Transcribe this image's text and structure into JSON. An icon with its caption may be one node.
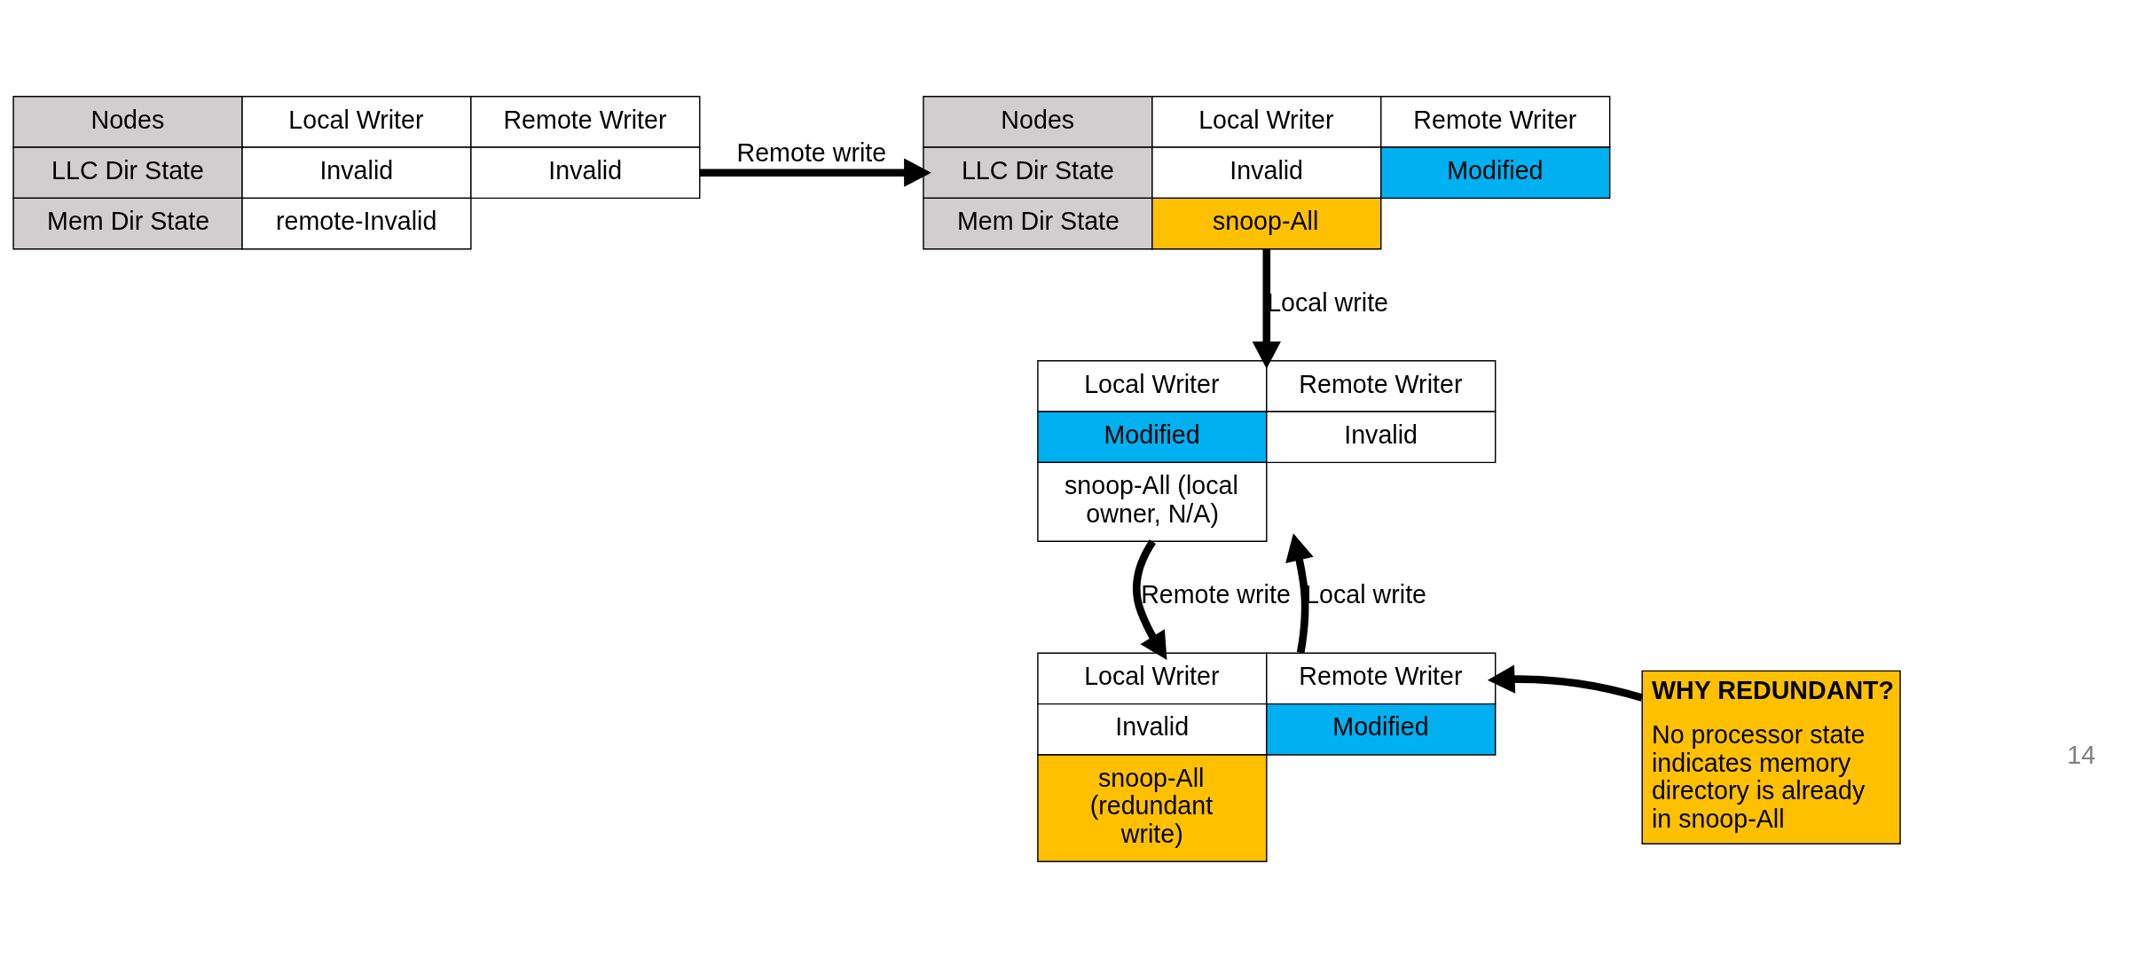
{
  "diagram": {
    "nodes": [
      {
        "text": [
          "Nodes",
          "Local Writer",
          "Remote Writer",
          "LLC Dir State",
          "Invalid",
          "Invalid",
          "Mem Dir State",
          "remote-Invalid"
        ]
      },
      {
        "text": [
          "Nodes",
          "Local Writer",
          "Remote Writer",
          "LLC Dir State",
          "Invalid",
          "Modified",
          "Mem Dir State",
          "snoop-All"
        ]
      },
      {
        "text": [
          "Local Writer",
          "Remote Writer",
          "Modified",
          "Invalid",
          "snoop-All (local owner, N/A)"
        ]
      },
      {
        "text": [
          "Local Writer",
          "Remote Writer",
          "Invalid",
          "Modified",
          "snoop-All (redundant write)"
        ]
      },
      {
        "text": [
          "WHY REDUNDANT?",
          "No processor state indicates memory directory is already in snoop-All"
        ]
      }
    ],
    "edges": [
      {
        "from": 0,
        "to": 1,
        "arrow": "to",
        "label": "Remote write"
      },
      {
        "from": 1,
        "to": 2,
        "arrow": "to",
        "label": "Local write"
      },
      {
        "from": 2,
        "to": 3,
        "arrow": "to",
        "label": "Remote write"
      },
      {
        "from": 4,
        "to": 3,
        "arrow": "to"
      },
      {
        "from": 3,
        "to": 2,
        "arrow": "to",
        "label": "Local write"
      }
    ],
    "labels": [
      "14"
    ]
  }
}
